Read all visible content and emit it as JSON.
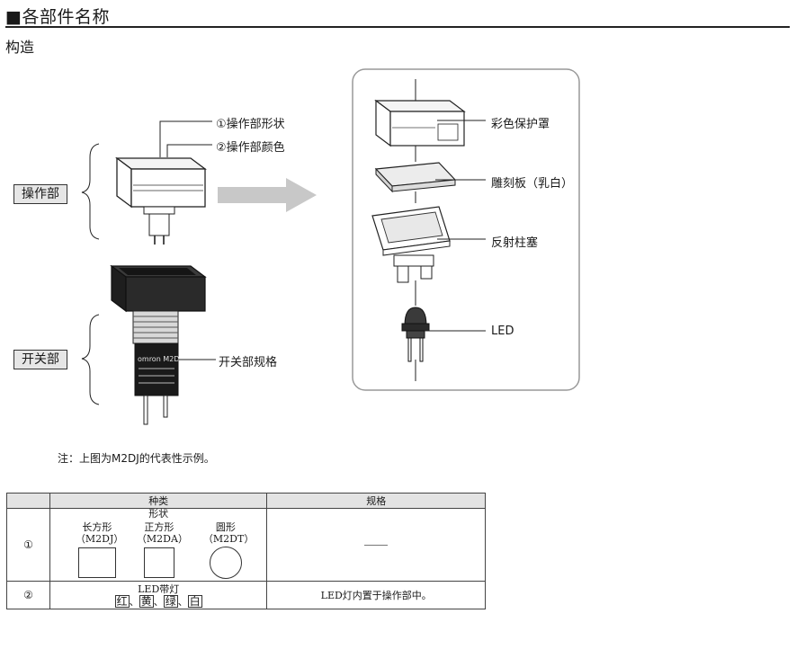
{
  "title": "■各部件名称",
  "subtitle": "构造",
  "left_figure": {
    "callout_shape": "①操作部形状",
    "callout_color": "②操作部颜色",
    "label_operation": "操作部",
    "label_switch": "开关部",
    "callout_switch": "开关部规格",
    "switch_body_print": "omron M2D"
  },
  "right_figure": {
    "color_cover": "彩色保护罩",
    "engraving_plate": "雕刻板（乳白）",
    "reflector": "反射柱塞",
    "led": "LED"
  },
  "note": "注：上图为M2DJ的代表性示例。",
  "table": {
    "headers": [
      "",
      "种类",
      "规格"
    ],
    "row1": {
      "num": "①",
      "shape_header": "形状",
      "shapes": [
        {
          "name": "长方形",
          "model": "（M2DJ）"
        },
        {
          "name": "正方形",
          "model": "（M2DA）"
        },
        {
          "name": "圆形",
          "model": "（M2DT）"
        }
      ],
      "spec": "—"
    },
    "row2": {
      "num": "②",
      "led_title": "LED带灯",
      "colors": [
        "红",
        "黄",
        "绿",
        "白"
      ],
      "separator": "、",
      "spec": "LED灯内置于操作部中。"
    }
  }
}
